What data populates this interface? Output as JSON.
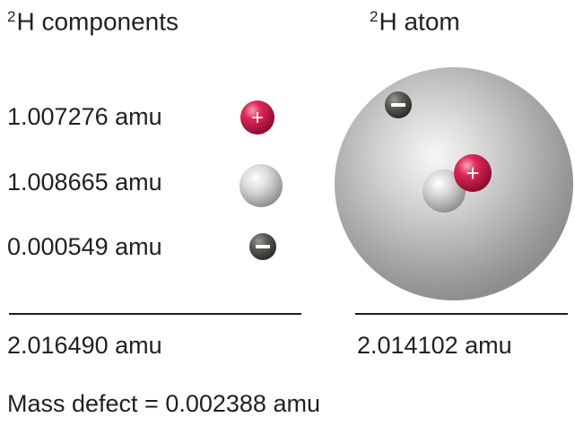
{
  "components_panel": {
    "title_sup": "2",
    "title_text": "H components",
    "rows": [
      {
        "mass": "1.007276 amu",
        "icon": "proton-icon",
        "symbol": "+"
      },
      {
        "mass": "1.008665 amu",
        "icon": "neutron-icon",
        "symbol": ""
      },
      {
        "mass": "0.000549 amu",
        "icon": "electron-icon",
        "symbol": "−"
      }
    ],
    "total": "2.016490 amu"
  },
  "atom_panel": {
    "title_sup": "2",
    "title_text": "H atom",
    "proton_symbol": "+",
    "electron_symbol": "−",
    "total": "2.014102 amu"
  },
  "mass_defect": "Mass defect = 0.002388 amu",
  "colors": {
    "proton": "#d81b4f",
    "neutron": "#c8c8c6",
    "electron": "#555550",
    "text": "#231f20",
    "atom_sphere": "#b9b9b7"
  }
}
